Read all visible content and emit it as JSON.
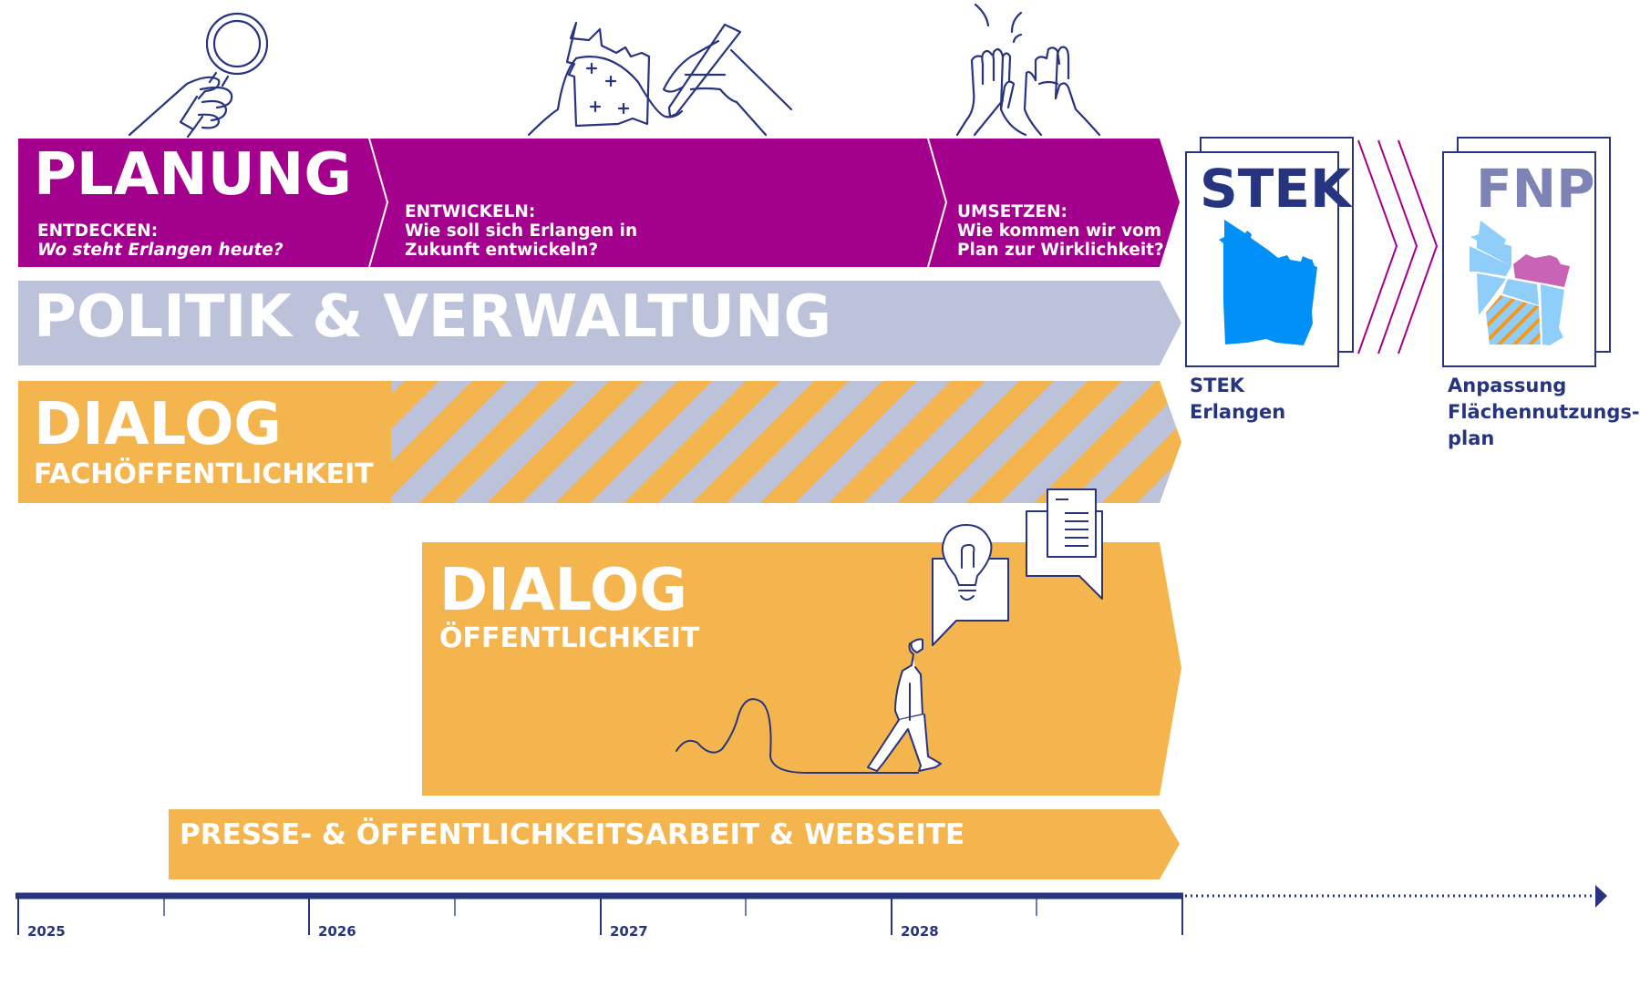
{
  "colors": {
    "planung": "#a4008e",
    "politik": "#bcc2d9",
    "dialog": "#f5b54e",
    "navy": "#27347f",
    "stek_map": "#0090f8",
    "fnp_light": "#8fcdfa",
    "fnp_purple": "#c863b6",
    "fnp_orange": "#f39a1e",
    "fnp_title": "#7d84b5"
  },
  "planung": {
    "title": "PLANUNG",
    "phases": [
      {
        "label": "ENTDECKEN:",
        "question": "Wo steht Erlangen heute?",
        "icon": "magnifier-hand-icon"
      },
      {
        "label": "ENTWICKELN:",
        "question": "Wie soll sich Erlangen in\nZukunft entwickeln?",
        "icon": "drawing-map-hand-icon"
      },
      {
        "label": "UMSETZEN:",
        "question": "Wie kommen wir vom\nPlan zur Wirklichkeit?",
        "icon": "high-five-icon"
      }
    ]
  },
  "politik": {
    "title": "POLITIK & VERWALTUNG"
  },
  "dialog_fach": {
    "title": "DIALOG",
    "subtitle": "FACHÖFFENTLICHKEIT"
  },
  "dialog_oeff": {
    "title": "DIALOG",
    "subtitle": "ÖFFENTLICHKEIT",
    "icons": [
      "lightbulb-speech-icon",
      "document-speech-icon",
      "walking-person-icon"
    ]
  },
  "presse": {
    "title": "PRESSE- & ÖFFENTLICHKEITSARBEIT & WEBSEITE"
  },
  "outputs": [
    {
      "doc_title": "STEK",
      "caption": "STEK\nErlangen"
    },
    {
      "doc_title": "FNP",
      "caption": "Anpassung\nFlächennutzungs-\nplan"
    }
  ],
  "timeline": {
    "years": [
      "2025",
      "2026",
      "2027",
      "2028"
    ]
  }
}
